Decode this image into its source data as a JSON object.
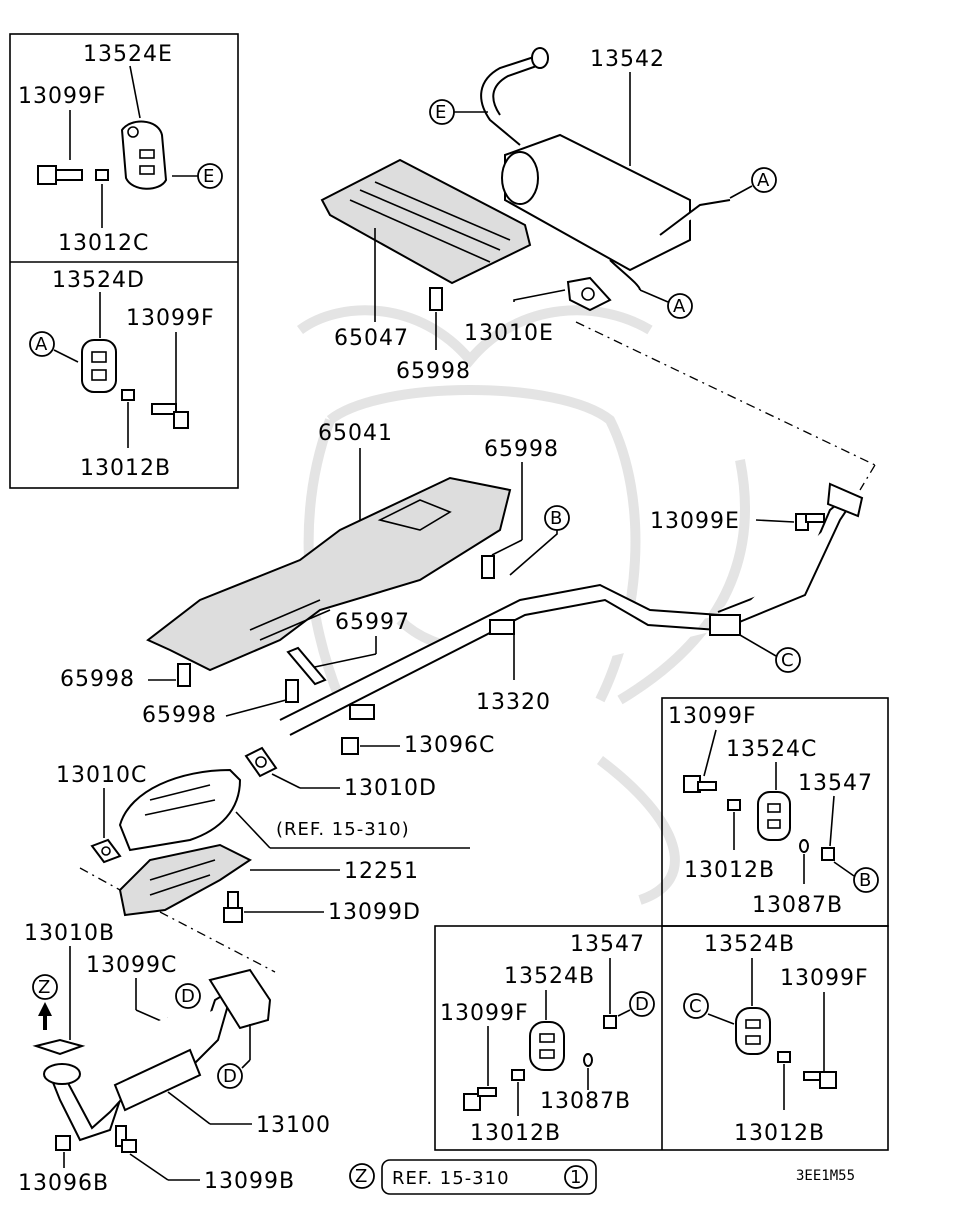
{
  "diagram": {
    "diagram_code": "3EE1M55",
    "part_labels": {
      "p13524E": "13524E",
      "p13099F_a": "13099F",
      "p13012C": "13012C",
      "p13524D": "13524D",
      "p13099F_b": "13099F",
      "p13012B_a": "13012B",
      "p13542": "13542",
      "p65047": "65047",
      "p65998_a": "65998",
      "p13010E": "13010E",
      "p65041": "65041",
      "p65998_b": "65998",
      "p13099E": "13099E",
      "p65997": "65997",
      "p65998_c": "65998",
      "p65998_d": "65998",
      "p13320": "13320",
      "p13096C": "13096C",
      "p13010C": "13010C",
      "p13010D": "13010D",
      "p12251": "12251",
      "p13099D": "13099D",
      "p13010B": "13010B",
      "p13099C": "13099C",
      "p13100": "13100",
      "p13096B": "13096B",
      "p13099B": "13099B",
      "p13099F_c": "13099F",
      "p13524C": "13524C",
      "p13547_a": "13547",
      "p13012B_b": "13012B",
      "p13087B_a": "13087B",
      "p13547_b": "13547",
      "p13524B_a": "13524B",
      "p13099F_d": "13099F",
      "p13087B_b": "13087B",
      "p13012B_c": "13012B",
      "p13524B_b": "13524B",
      "p13099F_e": "13099F",
      "p13012B_d": "13012B"
    },
    "references": {
      "ref_catalyst": "(REF. 15-310)",
      "ref_bottom": "REF. 15-310",
      "ref_bottom_num": "1"
    },
    "callouts": {
      "A1": "A",
      "A2": "A",
      "A3": "A",
      "B1": "B",
      "B2": "B",
      "C1": "C",
      "C2": "C",
      "D1": "D",
      "D2": "D",
      "D3": "D",
      "E1": "E",
      "E2": "E",
      "Z1": "Z",
      "Z2": "Z"
    }
  }
}
